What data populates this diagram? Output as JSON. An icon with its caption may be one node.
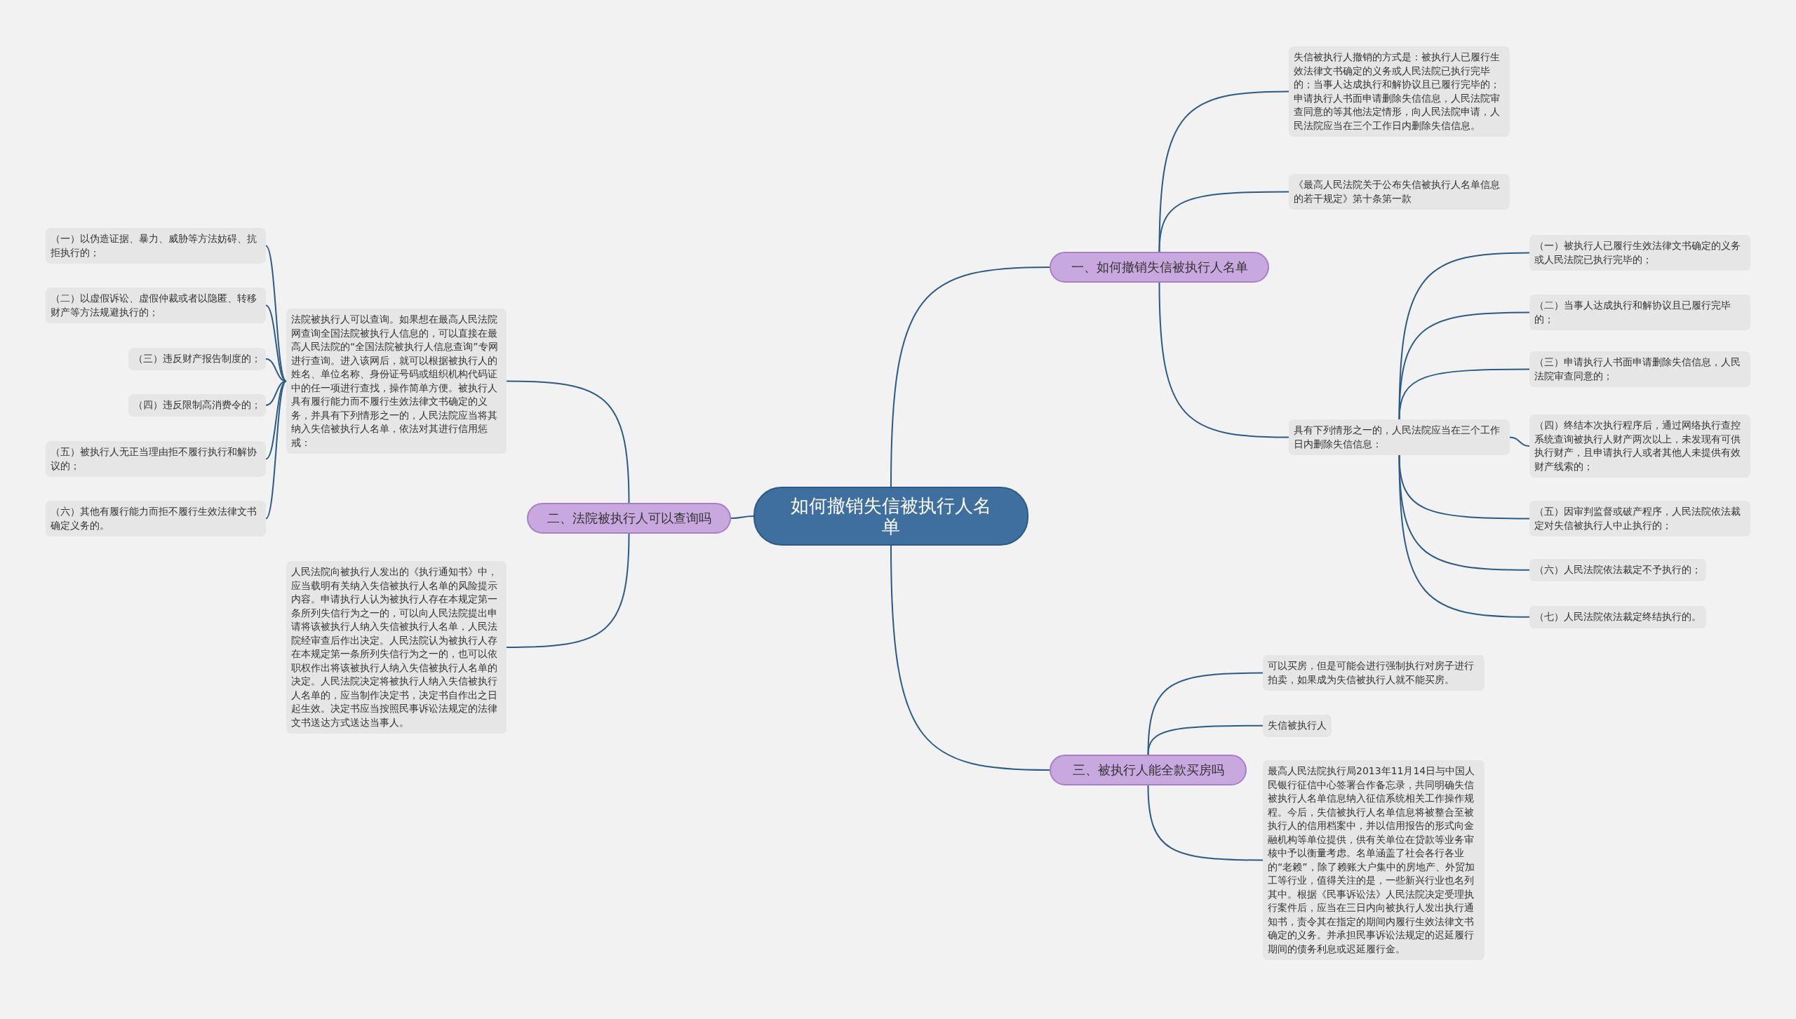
{
  "diagram": {
    "nodes": [
      {
        "text": [
          "如何撤销失信被执行人名单"
        ]
      },
      {
        "text": [
          "一、如何撤销失信被执行人名单"
        ]
      },
      {
        "text": [
          "失信被执行人撤销的方式是：被执行人已履行生效法律文书确定的义务或人民法院已执行完毕的；当事人达成执行和解协议且已履行完毕的；申请执行人书面申请删除失信信息，人民法院审查同意的等其他法定情形，向人民法院申请，人民法院应当在三个工作日内删除失信信息。"
        ]
      },
      {
        "text": [
          "《最高人民法院关于公布失信被执行人名单信息的若干规定》第十条第一款"
        ]
      },
      {
        "text": [
          "具有下列情形之一的，人民法院应当在三个工作日内删除失信信息："
        ]
      },
      {
        "text": [
          "（一）被执行人已履行生效法律文书确定的义务或人民法院已执行完毕的；"
        ]
      },
      {
        "text": [
          "（二）当事人达成执行和解协议且已履行完毕的；"
        ]
      },
      {
        "text": [
          "（三）申请执行人书面申请删除失信信息，人民法院审查同意的；"
        ]
      },
      {
        "text": [
          "（四）终结本次执行程序后，通过网络执行查控系统查询被执行人财产两次以上，未发现有可供执行财产，且申请执行人或者其他人未提供有效财产线索的；"
        ]
      },
      {
        "text": [
          "（五）因审判监督或破产程序，人民法院依法裁定对失信被执行人中止执行的；"
        ]
      },
      {
        "text": [
          "（六）人民法院依法裁定不予执行的；"
        ]
      },
      {
        "text": [
          "（七）人民法院依法裁定终结执行的。"
        ]
      },
      {
        "text": [
          "二、法院被执行人可以查询吗"
        ]
      },
      {
        "text": [
          "法院被执行人可以查询。如果想在最高人民法院网查询全国法院被执行人信息的，可以直接在最高人民法院的“全国法院被执行人信息查询”专网进行查询。进入该网后，就可以根据被执行人的姓名、单位名称、身份证号码或组织机构代码证中的任一项进行查找，操作简单方便。被执行人具有履行能力而不履行生效法律文书确定的义务，并具有下列情形之一的，人民法院应当将其纳入失信被执行人名单，依法对其进行信用惩戒："
        ]
      },
      {
        "text": [
          "（一）以伪造证据、暴力、威胁等方法妨碍、抗拒执行的；"
        ]
      },
      {
        "text": [
          "（二）以虚假诉讼、虚假仲裁或者以隐匿、转移财产等方法规避执行的；"
        ]
      },
      {
        "text": [
          "（三）违反财产报告制度的；"
        ]
      },
      {
        "text": [
          "（四）违反限制高消费令的；"
        ]
      },
      {
        "text": [
          "（五）被执行人无正当理由拒不履行执行和解协议的；"
        ]
      },
      {
        "text": [
          "（六）其他有履行能力而拒不履行生效法律文书确定义务的。"
        ]
      },
      {
        "text": [
          "人民法院向被执行人发出的《执行通知书》中，应当载明有关纳入失信被执行人名单的风险提示内容。申请执行人认为被执行人存在本规定第一条所列失信行为之一的，可以向人民法院提出申请将该被执行人纳入失信被执行人名单，人民法院经审查后作出决定。人民法院认为被执行人存在本规定第一条所列失信行为之一的，也可以依职权作出将该被执行人纳入失信被执行人名单的决定。人民法院决定将被执行人纳入失信被执行人名单的，应当制作决定书，决定书自作出之日起生效。决定书应当按照民事诉讼法规定的法律文书送达方式送达当事人。"
        ]
      },
      {
        "text": [
          "三、被执行人能全款买房吗"
        ]
      },
      {
        "text": [
          "可以买房，但是可能会进行强制执行对房子进行拍卖，如果成为失信被执行人就不能买房。"
        ]
      },
      {
        "text": [
          "失信被执行人"
        ]
      },
      {
        "text": [
          "最高人民法院执行局2013年11月14日与中国人民银行征信中心签署合作备忘录，共同明确失信被执行人名单信息纳入征信系统相关工作操作规程。今后，失信被执行人名单信息将被整合至被执行人的信用档案中，并以信用报告的形式向金融机构等单位提供，供有关单位在贷款等业务审核中予以衡量考虑。名单涵盖了社会各行各业的“老赖”，除了赖账大户集中的房地产、外贸加工等行业，值得关注的是，一些新兴行业也名列其中。根据《民事诉讼法》人民法院决定受理执行案件后，应当在三日内向被执行人发出执行通知书，责令其在指定的期间内履行生效法律文书确定的义务。并承担民事诉讼法规定的迟延履行期间的债务利息或迟延履行金。"
        ]
      }
    ],
    "edges": [
      {
        "from": 0,
        "to": 1,
        "arrow": "none"
      },
      {
        "from": 1,
        "to": 2,
        "arrow": "none"
      },
      {
        "from": 1,
        "to": 3,
        "arrow": "none"
      },
      {
        "from": 1,
        "to": 4,
        "arrow": "none"
      },
      {
        "from": 4,
        "to": 5,
        "arrow": "none"
      },
      {
        "from": 4,
        "to": 6,
        "arrow": "none"
      },
      {
        "from": 4,
        "to": 7,
        "arrow": "none"
      },
      {
        "from": 4,
        "to": 8,
        "arrow": "none"
      },
      {
        "from": 4,
        "to": 9,
        "arrow": "none"
      },
      {
        "from": 4,
        "to": 10,
        "arrow": "none"
      },
      {
        "from": 4,
        "to": 11,
        "arrow": "none"
      },
      {
        "from": 0,
        "to": 12,
        "arrow": "none"
      },
      {
        "from": 12,
        "to": 13,
        "arrow": "none"
      },
      {
        "from": 13,
        "to": 14,
        "arrow": "none"
      },
      {
        "from": 13,
        "to": 15,
        "arrow": "none"
      },
      {
        "from": 13,
        "to": 16,
        "arrow": "none"
      },
      {
        "from": 13,
        "to": 17,
        "arrow": "none"
      },
      {
        "from": 13,
        "to": 18,
        "arrow": "none"
      },
      {
        "from": 13,
        "to": 19,
        "arrow": "none"
      },
      {
        "from": 12,
        "to": 20,
        "arrow": "none"
      },
      {
        "from": 0,
        "to": 21,
        "arrow": "none"
      },
      {
        "from": 21,
        "to": 22,
        "arrow": "none"
      },
      {
        "from": 21,
        "to": 23,
        "arrow": "none"
      },
      {
        "from": 21,
        "to": 24,
        "arrow": "none"
      }
    ]
  }
}
